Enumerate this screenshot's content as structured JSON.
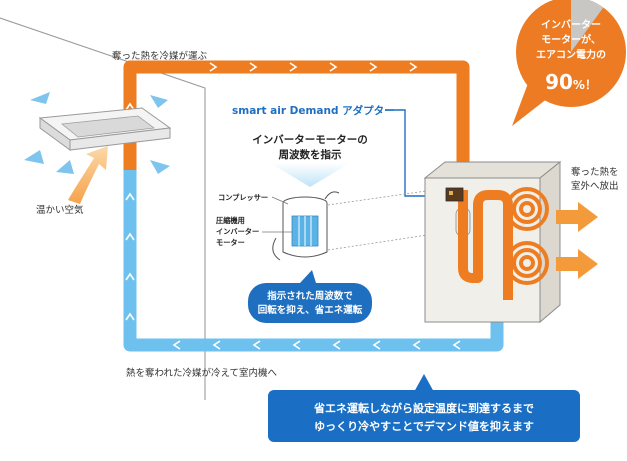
{
  "labels": {
    "top_flow": "奪った熱を冷媒が運ぶ",
    "warm_air": "温かい空気",
    "adapter": "smart air Demand アダプター",
    "instruction_line1": "インバーターモーターの",
    "instruction_line2": "周波数を指示",
    "compressor": "コンプレッサー",
    "inverter_line1": "圧縮機用",
    "inverter_line2": "インバーター",
    "inverter_line3": "モーター",
    "heat_out_line1": "奪った熱を",
    "heat_out_line2": "室外へ放出",
    "bottom_flow": "熱を奪われた冷媒が冷えて室内機へ"
  },
  "bubbles": {
    "instruction_line1": "指示された周波数で",
    "instruction_line2": "回転を抑え、省エネ運転",
    "inverter_line1": "インバーター",
    "inverter_line2": "モーターが、",
    "inverter_line3": "エアコン電力の",
    "inverter_pct": "90",
    "inverter_pct_suffix": "%！",
    "inverter_share": 0.9
  },
  "banner": {
    "line1": "省エネ運転しながら設定温度に到達するまで",
    "line2": "ゆっくり冷やすことでデマンド値を抑えます"
  },
  "colors": {
    "hot_pipe": "#ee7d22",
    "cold_pipe": "#6ec1ee",
    "accent_blue": "#1f6fc0",
    "banner_blue": "#1a6fc4",
    "outdoor_unit": "#f1efe9"
  }
}
